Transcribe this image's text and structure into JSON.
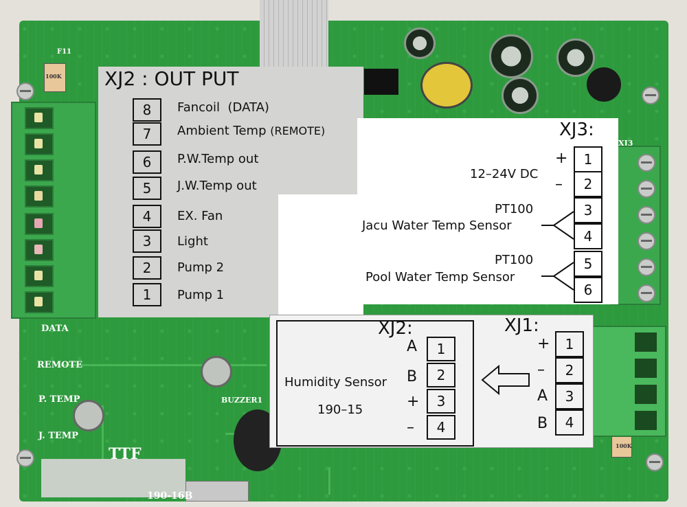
{
  "board_silkscreen": {
    "data": "DATA",
    "remote": "REMOTE",
    "p_temp": "P. TEMP",
    "j_temp": "J. TEMP",
    "buzzer": "BUZZER1",
    "part_code": "190-16B",
    "brand": "TTF",
    "f11": "F11",
    "fuse_value": "100K",
    "xj3_marker": "XJ3"
  },
  "xj2_out": {
    "title": "XJ2 : OUT PUT",
    "pins": [
      {
        "num": "8",
        "label": "Fancoil",
        "note": "(DATA)"
      },
      {
        "num": "7",
        "label": "Ambient Temp",
        "note": "(REMOTE)"
      },
      {
        "num": "6",
        "label": "P.W.Temp out",
        "note": ""
      },
      {
        "num": "5",
        "label": "J.W.Temp out",
        "note": ""
      },
      {
        "num": "4",
        "label": "EX. Fan",
        "note": ""
      },
      {
        "num": "3",
        "label": "Light",
        "note": ""
      },
      {
        "num": "2",
        "label": "Pump 2",
        "note": ""
      },
      {
        "num": "1",
        "label": "Pump 1",
        "note": ""
      }
    ]
  },
  "xj3": {
    "title": "XJ3:",
    "pins": [
      "1",
      "2",
      "3",
      "4",
      "5",
      "6"
    ],
    "plus": "+",
    "minus": "–",
    "power_label": "12–24V DC",
    "pt100_a": "PT100",
    "sensor_a": "Jacu Water Temp Sensor",
    "pt100_b": "PT100",
    "sensor_b": "Pool Water Temp Sensor"
  },
  "xj1_panel": {
    "xj2_title": "XJ2:",
    "xj2_pins": [
      "1",
      "2",
      "3",
      "4"
    ],
    "xj2_signs": [
      "A",
      "B",
      "+",
      "–"
    ],
    "sensor_name": "Humidity Sensor",
    "sensor_model": "190–15",
    "xj1_title": "XJ1:",
    "xj1_pins": [
      "1",
      "2",
      "3",
      "4"
    ],
    "xj1_signs": [
      "+",
      "–",
      "A",
      "B"
    ]
  },
  "colors": {
    "board": "#2e9a3e",
    "panel_grey": "#d4d4d2",
    "panel_white": "#ffffff",
    "terminal_green": "#3ca84e"
  }
}
